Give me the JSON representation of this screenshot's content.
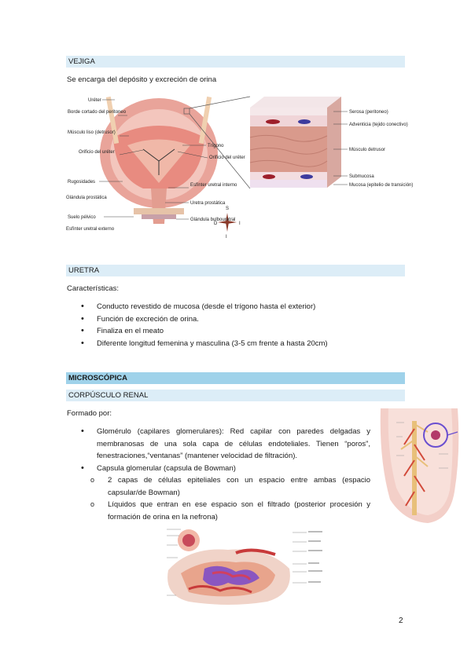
{
  "sections": {
    "vejiga": {
      "title": "VEJIGA",
      "intro": "Se encarga del depósito y excreción de orina"
    },
    "uretra": {
      "title": "URETRA",
      "intro": "Características:",
      "items": [
        "Conducto revestido de mucosa (desde el trígono hasta el exterior)",
        "Función de excreción de orina.",
        "Finaliza en el meato",
        "Diferente longitud femenina y masculina (3-5 cm frente a hasta 20cm)"
      ]
    },
    "microscopica": {
      "title": "MICROSCÓPICA"
    },
    "corpusculo": {
      "title": "CORPÚSCULO RENAL",
      "intro": "Formado por:",
      "items": [
        "Glomérulo (capilares glomerulares): Red capilar con paredes delgadas y membranosas de una sola capa de células endoteliales. Tienen “poros”, fenestraciones,“ventanas” (mantener velocidad de filtración).",
        "Capsula glomerular (capsula de Bowman)"
      ],
      "subitems": [
        "2 capas de células epiteliales con un espacio entre ambas (espacio capsular/de Bowman)",
        "Líquidos que entran en ese espacio son el filtrado (posterior procesión y formación de orina en la nefrona)"
      ]
    }
  },
  "bladder_figure": {
    "left_labels": [
      "Uréter",
      "Borde cortado del peritoneo",
      "Músculo liso (detrusor)",
      "Orificio del uréter",
      "Rugosidades",
      "Glándula prostática",
      "Suelo pélvico",
      "Esfínter uretral externo"
    ],
    "center_labels": [
      "Trígono",
      "Orificio del uréter",
      "Esfínter uretral interno",
      "Uretra prostática",
      "Glándula bulbouretral"
    ],
    "right_labels": [
      "Serosa (peritoneo)",
      "Adventicia (tejido conectivo)",
      "Músculo detrusor",
      "Submucosa",
      "Mucosa (epitelio de transición)"
    ],
    "compass": [
      "S",
      "D",
      "I",
      "I"
    ]
  },
  "page_number": "2",
  "colors": {
    "header": "#dcedf7",
    "header_strong": "#9fd2ea"
  }
}
